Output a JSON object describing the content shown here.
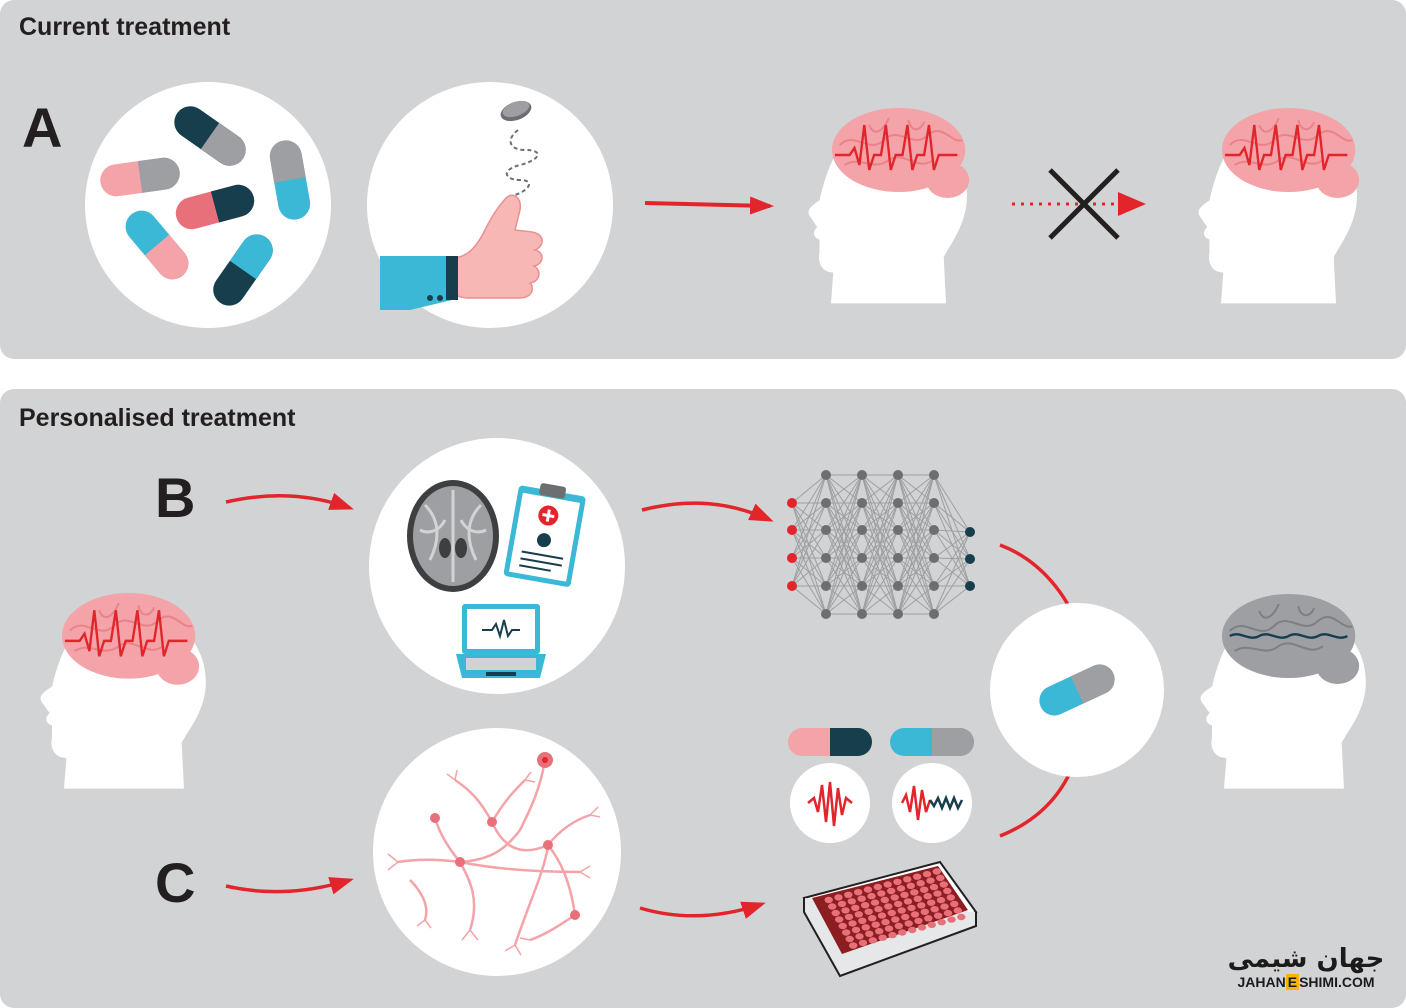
{
  "panels": {
    "current": {
      "title": "Current treatment",
      "letter": "A"
    },
    "personalised": {
      "title": "Personalised treatment",
      "letter_b": "B",
      "letter_c": "C"
    }
  },
  "colors": {
    "panel_bg": "#d1d3d4",
    "red": "#e2252b",
    "pink": "#f4a3a8",
    "teal": "#3bb8d6",
    "navy": "#173e4d",
    "grey": "#9d9fa2",
    "dark": "#231f20"
  },
  "icons": [
    "pills-icon",
    "thumb-coin-flip-icon",
    "brain-seizure-head-icon",
    "blocked-arrow-icon",
    "mri-scan-icon",
    "clipboard-icon",
    "laptop-ecg-icon",
    "neural-network-icon",
    "neuron-culture-icon",
    "drug-response-pills-icon",
    "well-plate-icon",
    "personalised-pill-icon",
    "calm-brain-head-icon"
  ],
  "watermark": {
    "arabic": "جهان شیمی",
    "latin_before": "JAHAN",
    "latin_highlight": "E",
    "latin_after": "SHIMI.COM"
  }
}
